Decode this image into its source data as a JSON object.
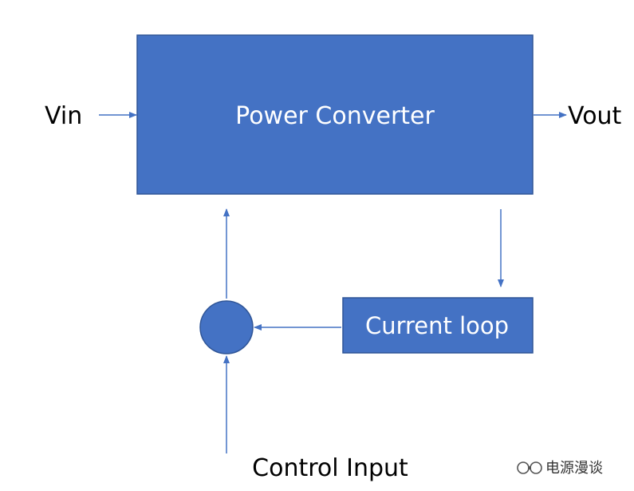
{
  "diagram": {
    "input_label": "Vin",
    "output_label": "Vout",
    "converter_label": "Power Converter",
    "current_loop_label": "Current loop",
    "control_input_label": "Control Input"
  },
  "watermark": {
    "text": "电源漫谈",
    "icon": "wechat-channel-icon"
  },
  "colors": {
    "block_fill": "#4472C4",
    "block_stroke": "#2F5597",
    "arrow": "#4472C4",
    "label_text": "#000000",
    "block_text": "#FFFFFF"
  }
}
